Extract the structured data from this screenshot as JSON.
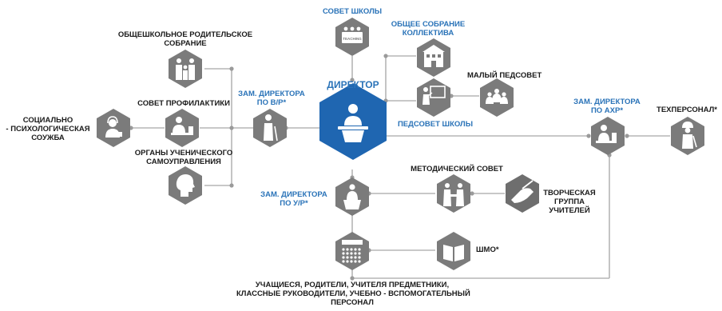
{
  "colors": {
    "hex_gray": "#7b7b7b",
    "hex_gray_dark": "#6e6e6e",
    "hex_blue": "#1f66b1",
    "accent_text": "#2a73b8",
    "connector": "#b5b5b5",
    "text": "#1a1a1a"
  },
  "nodes": {
    "director": {
      "label": "ДИРЕКТОР",
      "icon": "director-at-desk-icon"
    },
    "school_council": {
      "label": "СОВЕТ ШКОЛЫ",
      "icon": "teaching-board-icon",
      "icon_text": "TEACHING"
    },
    "general_meeting": {
      "label1": "ОБЩЕЕ СОБРАНИЕ",
      "label2": "КОЛЛЕКТИВА",
      "icon": "school-building-icon"
    },
    "pedsovet": {
      "label": "ПЕДСОВЕТ ШКОЛЫ",
      "icon": "teacher-blackboard-icon"
    },
    "small_pedsovet": {
      "label": "МАЛЫЙ ПЕДСОВЕТ",
      "icon": "group-meeting-icon"
    },
    "parent_meeting": {
      "label1": "ОБЩЕШКОЛЬНОЕ РОДИТЕЛЬСКОЕ",
      "label2": "СОБРАНИЕ",
      "icon": "family-icon"
    },
    "prevention_council": {
      "label": "СОВЕТ ПРОФИЛАКТИКИ",
      "icon": "person-at-desk-icon"
    },
    "social_service": {
      "label1": "СОЦИАЛЬНО",
      "label2": "- ПСИХОЛОГИЧЕСКАЯ",
      "label3": "СОУЖБА",
      "icon": "headset-operator-icon"
    },
    "student_government": {
      "label1": "ОРГАНЫ УЧЕНИЧЕСКОГО",
      "label2": "САМОУПРАВЛЕНИЯ",
      "icon": "person-head-icon"
    },
    "deputy_vr": {
      "label1": "ЗАМ. ДИРЕКТОРА",
      "label2": "ПО В/Р*",
      "icon": "elder-person-icon"
    },
    "deputy_ur": {
      "label1": "ЗАМ. ДИРЕКТОРА",
      "label2": "ПО У/Р*",
      "icon": "lecturer-icon"
    },
    "deputy_ahr": {
      "label1": "ЗАМ. ДИРЕКТОРА",
      "label2": "ПО АХР*",
      "icon": "office-worker-icon"
    },
    "tech_staff": {
      "label": "ТЕХПЕРСОНАЛ*",
      "icon": "worker-helmet-icon"
    },
    "method_council": {
      "label": "МЕТОДИЧЕСКИЙ СОВЕТ",
      "icon": "handshake-icon"
    },
    "creative_group": {
      "label1": "ТВОРЧЕСКАЯ",
      "label2": "ГРУППА",
      "label3": "УЧИТЕЛЕЙ",
      "icon": "writing-hand-icon"
    },
    "shmo": {
      "label": "ШМО*",
      "icon": "open-book-icon"
    },
    "participants": {
      "label1": "УЧАЩИЕСЯ, РОДИТЕЛИ, УЧИТЕЛЯ ПРЕДМЕТНИКИ,",
      "label2": "КЛАССНЫЕ РУКОВОДИТЕЛИ, УЧЕБНО - ВСПОМОГАТЕЛЬНЫЙ",
      "label3": "ПЕРСОНАЛ",
      "icon": "audience-icon"
    }
  }
}
